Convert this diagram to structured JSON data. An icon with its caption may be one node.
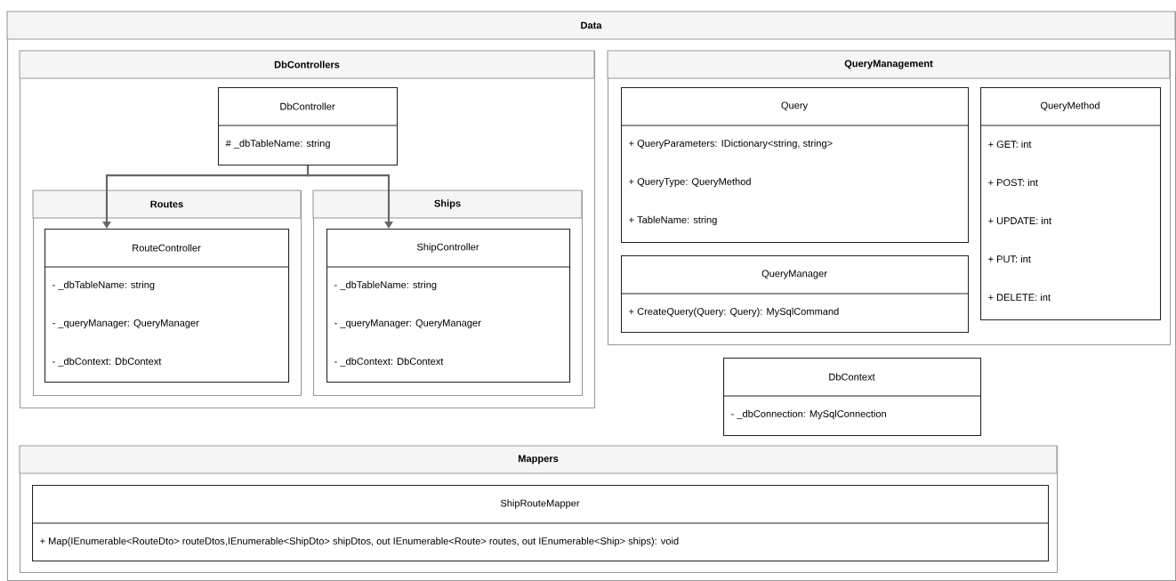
{
  "diagram": {
    "nodes": [
      {
        "text": [
          "Data"
        ]
      },
      {
        "text": [
          "DbControllers"
        ],
        "in": 0
      },
      {
        "text": [
          "DbController",
          "# _dbTableName: string"
        ],
        "in": 1
      },
      {
        "text": [
          "Routes"
        ],
        "in": 1
      },
      {
        "text": [
          "RouteController",
          "- _dbTableName: string",
          "- _queryManager: QueryManager",
          "- _dbContext: DbContext"
        ],
        "in": 3
      },
      {
        "text": [
          "Ships"
        ],
        "in": 1
      },
      {
        "text": [
          "ShipController",
          "- _dbTableName: string",
          "- _queryManager: QueryManager",
          "- _dbContext: DbContext"
        ],
        "in": 5
      },
      {
        "text": [
          "QueryManagement"
        ],
        "in": 0
      },
      {
        "text": [
          "Query",
          "+ QueryParameters: IDictionary<string, string>",
          "+ QueryType: QueryMethod",
          "+ TableName: string"
        ],
        "in": 7
      },
      {
        "text": [
          "QueryMethod",
          "+ GET: int",
          "+ POST: int",
          "+ UPDATE: int",
          "+ PUT: int",
          "+ DELETE: int"
        ],
        "in": 7
      },
      {
        "text": [
          "QueryManager",
          "+ CreateQuery(Query: Query): MySqlCommand"
        ],
        "in": 7
      },
      {
        "text": [
          "DbContext",
          "- _dbConnection: MySqlConnection"
        ],
        "in": 0
      },
      {
        "text": [
          "Mappers"
        ],
        "in": 0
      },
      {
        "text": [
          "ShipRouteMapper",
          "+ Map(IEnumerable<RouteDto> routeDtos,IEnumerable<ShipDto> shipDtos, out IEnumerable<Route> routes, out IEnumerable<Ship> ships): void"
        ],
        "in": 12
      }
    ],
    "edges": [
      {
        "from": 2,
        "to": 4,
        "arrow": "to"
      },
      {
        "from": 2,
        "to": 6,
        "arrow": "to"
      }
    ]
  }
}
